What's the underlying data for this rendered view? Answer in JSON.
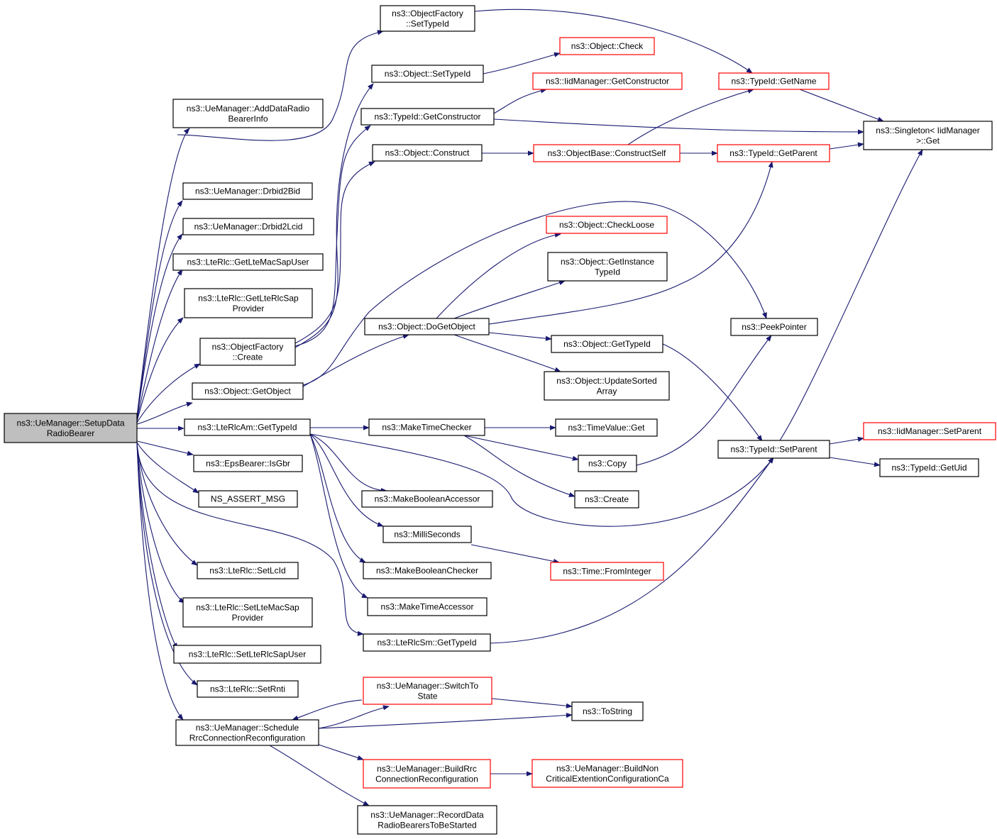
{
  "nodes": [
    {
      "id": "root",
      "lines": [
        "ns3::UeManager::SetupData",
        "RadioBearer"
      ],
      "style": "root"
    },
    {
      "id": "addDrb",
      "lines": [
        "ns3::UeManager::AddDataRadio",
        "BearerInfo"
      ],
      "style": "black"
    },
    {
      "id": "drbid2bid",
      "lines": [
        "ns3::UeManager::Drbid2Bid"
      ],
      "style": "black"
    },
    {
      "id": "drbid2lcid",
      "lines": [
        "ns3::UeManager::Drbid2Lcid"
      ],
      "style": "black"
    },
    {
      "id": "getMacSapUser",
      "lines": [
        "ns3::LteRlc::GetLteMacSapUser"
      ],
      "style": "black"
    },
    {
      "id": "getRlcSapProv",
      "lines": [
        "ns3::LteRlc::GetLteRlcSap",
        "Provider"
      ],
      "style": "black"
    },
    {
      "id": "ofCreate",
      "lines": [
        "ns3::ObjectFactory",
        "::Create"
      ],
      "style": "black"
    },
    {
      "id": "getObject",
      "lines": [
        "ns3::Object::GetObject"
      ],
      "style": "black"
    },
    {
      "id": "amGetTypeId",
      "lines": [
        "ns3::LteRlcAm::GetTypeId"
      ],
      "style": "black"
    },
    {
      "id": "isGbr",
      "lines": [
        "ns3::EpsBearer::IsGbr"
      ],
      "style": "black"
    },
    {
      "id": "assertMsg",
      "lines": [
        "NS_ASSERT_MSG"
      ],
      "style": "black"
    },
    {
      "id": "setLcId",
      "lines": [
        "ns3::LteRlc::SetLcId"
      ],
      "style": "black"
    },
    {
      "id": "setMacSapProv",
      "lines": [
        "ns3::LteRlc::SetLteMacSap",
        "Provider"
      ],
      "style": "black"
    },
    {
      "id": "setRlcSapUser",
      "lines": [
        "ns3::LteRlc::SetLteRlcSapUser"
      ],
      "style": "black"
    },
    {
      "id": "setRnti",
      "lines": [
        "ns3::LteRlc::SetRnti"
      ],
      "style": "black"
    },
    {
      "id": "schedRrc",
      "lines": [
        "ns3::UeManager::Schedule",
        "RrcConnectionReconfiguration"
      ],
      "style": "black"
    },
    {
      "id": "ofSetTypeId",
      "lines": [
        "ns3::ObjectFactory",
        "::SetTypeId"
      ],
      "style": "black"
    },
    {
      "id": "objSetTypeId",
      "lines": [
        "ns3::Object::SetTypeId"
      ],
      "style": "black"
    },
    {
      "id": "tidGetCtor",
      "lines": [
        "ns3::TypeId::GetConstructor"
      ],
      "style": "black"
    },
    {
      "id": "objConstruct",
      "lines": [
        "ns3::Object::Construct"
      ],
      "style": "black"
    },
    {
      "id": "doGetObject",
      "lines": [
        "ns3::Object::DoGetObject"
      ],
      "style": "black"
    },
    {
      "id": "makeTimeChecker",
      "lines": [
        "ns3::MakeTimeChecker"
      ],
      "style": "black"
    },
    {
      "id": "makeBoolAcc",
      "lines": [
        "ns3::MakeBooleanAccessor"
      ],
      "style": "black"
    },
    {
      "id": "milliSeconds",
      "lines": [
        "ns3::MilliSeconds"
      ],
      "style": "black"
    },
    {
      "id": "makeBoolChk",
      "lines": [
        "ns3::MakeBooleanChecker"
      ],
      "style": "black"
    },
    {
      "id": "makeTimeAcc",
      "lines": [
        "ns3::MakeTimeAccessor"
      ],
      "style": "black"
    },
    {
      "id": "smGetTypeId",
      "lines": [
        "ns3::LteRlcSm::GetTypeId"
      ],
      "style": "black"
    },
    {
      "id": "switchTo",
      "lines": [
        "ns3::UeManager::SwitchTo",
        "State"
      ],
      "style": "red"
    },
    {
      "id": "buildRrc",
      "lines": [
        "ns3::UeManager::BuildRrc",
        "ConnectionReconfiguration"
      ],
      "style": "red"
    },
    {
      "id": "recordDrb",
      "lines": [
        "ns3::UeManager::RecordData",
        "RadioBearersToBeStarted"
      ],
      "style": "black"
    },
    {
      "id": "objCheck",
      "lines": [
        "ns3::Object::Check"
      ],
      "style": "red"
    },
    {
      "id": "iidGetCtor",
      "lines": [
        "ns3::IidManager::GetConstructor"
      ],
      "style": "red"
    },
    {
      "id": "constructSelf",
      "lines": [
        "ns3::ObjectBase::ConstructSelf"
      ],
      "style": "red"
    },
    {
      "id": "checkLoose",
      "lines": [
        "ns3::Object::CheckLoose"
      ],
      "style": "red"
    },
    {
      "id": "getInstTid",
      "lines": [
        "ns3::Object::GetInstance",
        "TypeId"
      ],
      "style": "black"
    },
    {
      "id": "objGetTypeId",
      "lines": [
        "ns3::Object::GetTypeId"
      ],
      "style": "black"
    },
    {
      "id": "updSorted",
      "lines": [
        "ns3::Object::UpdateSorted",
        "Array"
      ],
      "style": "black"
    },
    {
      "id": "tvGet",
      "lines": [
        "ns3::TimeValue::Get"
      ],
      "style": "black"
    },
    {
      "id": "copy",
      "lines": [
        "ns3::Copy"
      ],
      "style": "black"
    },
    {
      "id": "create",
      "lines": [
        "ns3::Create"
      ],
      "style": "black"
    },
    {
      "id": "fromInteger",
      "lines": [
        "ns3::Time::FromInteger"
      ],
      "style": "red"
    },
    {
      "id": "toString",
      "lines": [
        "ns3::ToString"
      ],
      "style": "black"
    },
    {
      "id": "buildNonCrit",
      "lines": [
        "ns3::UeManager::BuildNon",
        "CriticalExtentionConfigurationCa"
      ],
      "style": "red"
    },
    {
      "id": "tidGetName",
      "lines": [
        "ns3::TypeId::GetName"
      ],
      "style": "red"
    },
    {
      "id": "tidGetParent",
      "lines": [
        "ns3::TypeId::GetParent"
      ],
      "style": "red"
    },
    {
      "id": "peekPointer",
      "lines": [
        "ns3::PeekPointer"
      ],
      "style": "black"
    },
    {
      "id": "tidSetParent",
      "lines": [
        "ns3::TypeId::SetParent"
      ],
      "style": "black"
    },
    {
      "id": "singletonGet",
      "lines": [
        "ns3::Singleton< IidManager",
        ">::Get"
      ],
      "style": "black"
    },
    {
      "id": "iidSetParent",
      "lines": [
        "ns3::IidManager::SetParent"
      ],
      "style": "red"
    },
    {
      "id": "tidGetUid",
      "lines": [
        "ns3::TypeId::GetUid"
      ],
      "style": "black"
    }
  ],
  "colors": {
    "edge": "#191970",
    "root_fill": "#bfbfbf",
    "red_border": "#ff0000",
    "black_border": "#000000"
  }
}
